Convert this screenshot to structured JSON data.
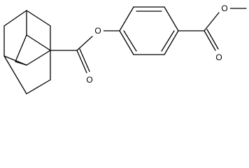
{
  "atoms": {
    "ester_oxygen_left": "O",
    "carbonyl_oxygen_left": "O",
    "ester_oxygen_right": "O",
    "carbonyl_oxygen_right": "O"
  }
}
